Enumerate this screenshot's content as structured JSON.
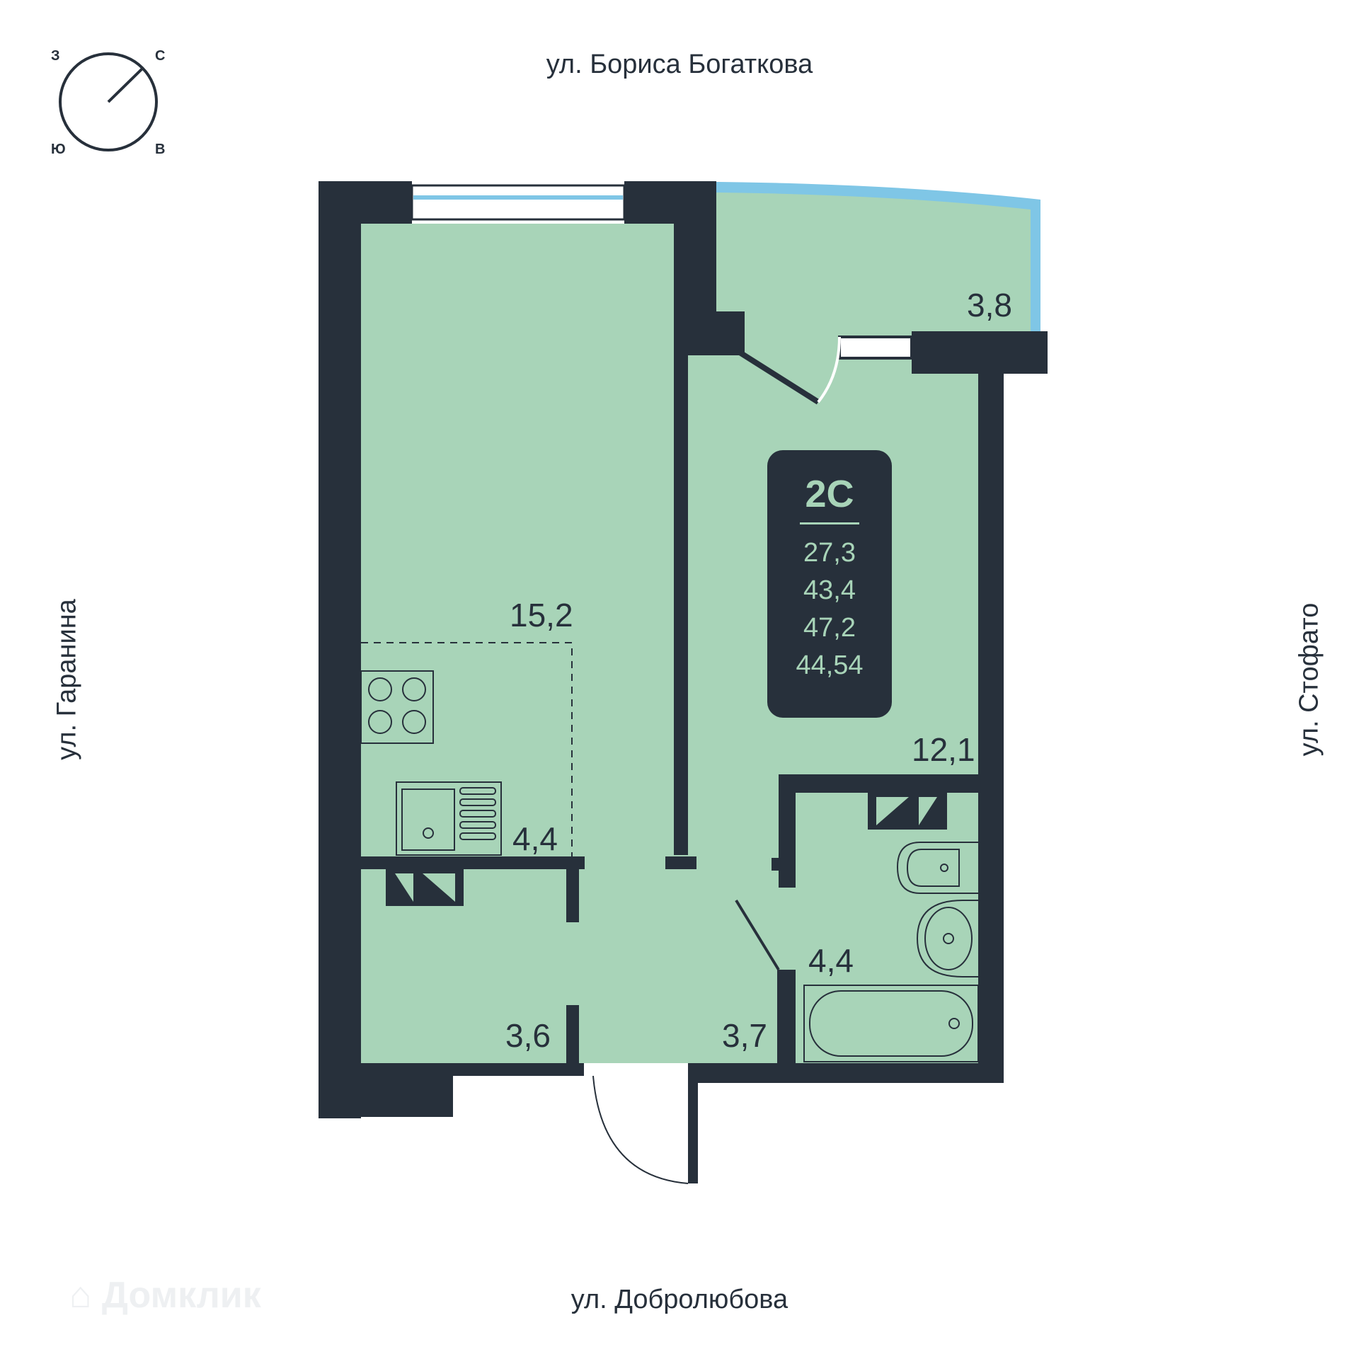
{
  "streets": {
    "top": "ул. Бориса Богаткова",
    "bottom": "ул. Добролюбова",
    "left": "ул. Гаранина",
    "right": "ул. Стофато"
  },
  "compass": {
    "nw": "З",
    "ne": "С",
    "sw": "Ю",
    "se": "В"
  },
  "rooms": {
    "living_room": "15,2",
    "kitchen": "4,4",
    "loggia": "3,8",
    "bedroom": "12,1",
    "storage": "3,6",
    "hallway": "3,7",
    "bathroom": "4,4"
  },
  "badge": {
    "code": "2С",
    "values": [
      "27,3",
      "43,4",
      "47,2",
      "44,54"
    ]
  },
  "watermark": "Домклик",
  "colors": {
    "wall": "#27303b",
    "floor": "#a8d4b8",
    "glass": "#7fc6e6",
    "outline": "#27303b"
  }
}
